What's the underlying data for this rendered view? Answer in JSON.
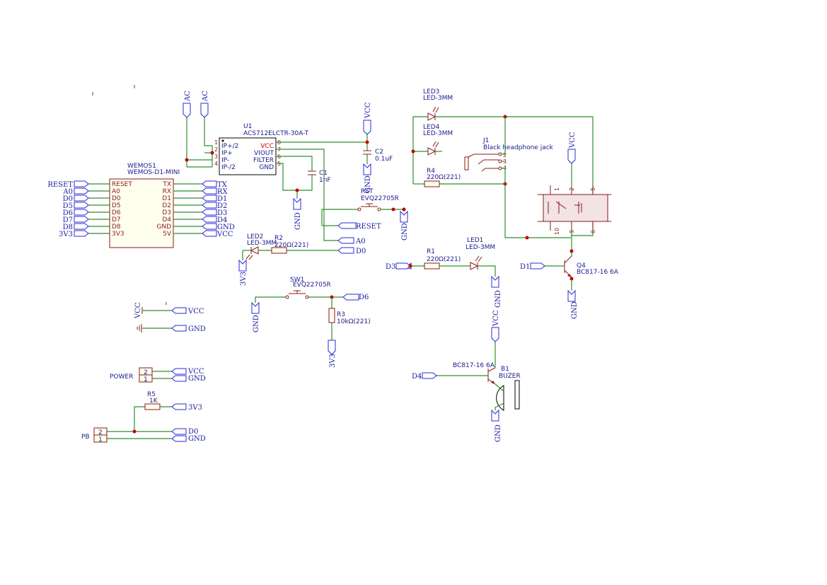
{
  "components": {
    "wemos": {
      "ref": "WEMOS1",
      "value": "WEMOS-D1-MINI",
      "left_pins": [
        "RESET",
        "A0",
        "D0",
        "D5",
        "D6",
        "D7",
        "D8",
        "3V3"
      ],
      "right_pins": [
        "TX",
        "RX",
        "D1",
        "D2",
        "D3",
        "D4",
        "GND",
        "5V"
      ]
    },
    "u1": {
      "ref": "U1",
      "value": "ACS712ELCTR-30A-T",
      "left_pins": [
        "IP+/2",
        "IP+",
        "IP-",
        "IP-/2"
      ],
      "left_nums": [
        "1",
        "2",
        "3",
        "4"
      ],
      "right_pins": [
        "VCC",
        "VIOUT",
        "FILTER",
        "GND"
      ],
      "right_nums": [
        "8",
        "7",
        "6",
        "5"
      ]
    },
    "c1": {
      "ref": "C1",
      "value": "1nF"
    },
    "c2": {
      "ref": "C2",
      "value": "0.1uF"
    },
    "led1": {
      "ref": "LED1",
      "value": "LED-3MM"
    },
    "led2": {
      "ref": "LED2",
      "value": "LED-3MM"
    },
    "led3": {
      "ref": "LED3",
      "value": "LED-3MM"
    },
    "led4": {
      "ref": "LED4",
      "value": "LED-3MM"
    },
    "r1": {
      "ref": "R1",
      "value": "220Ω(221)"
    },
    "r2": {
      "ref": "R2",
      "value": "220Ω(221)"
    },
    "r3": {
      "ref": "R3",
      "value": "10kΩ(221)"
    },
    "r4": {
      "ref": "R4",
      "value": "220Ω(221)"
    },
    "r5": {
      "ref": "R5",
      "value": "1K"
    },
    "rst": {
      "ref": "RST",
      "value": "EVQ22705R"
    },
    "sw1": {
      "ref": "SW1",
      "value": "EVQ22705R"
    },
    "j1": {
      "ref": "J1",
      "value": "Black headphone jack",
      "pins": [
        "2",
        "3",
        "4"
      ]
    },
    "q4": {
      "ref": "Q4",
      "value": "BC817-16 6A"
    },
    "q_buzzer": {
      "value": "BC817-16 6A"
    },
    "b1": {
      "ref": "B1",
      "value": "BUZER"
    },
    "relay": {
      "pins_top": [
        "1",
        "2",
        "5"
      ],
      "pins_bottom": [
        "10",
        "9",
        "6"
      ]
    },
    "power": {
      "ref": "POWER",
      "pins": [
        "2",
        "1"
      ]
    },
    "pb": {
      "ref": "PB",
      "pins": [
        "2",
        "1"
      ]
    }
  },
  "nets": {
    "reset": "RESET",
    "a0": "A0",
    "d0": "D0",
    "d5": "D5",
    "d6": "D6",
    "d7": "D7",
    "d8": "D8",
    "v3": "3V3",
    "tx": "TX",
    "rx": "RX",
    "d1": "D1",
    "d2": "D2",
    "d3": "D3",
    "d4": "D4",
    "gnd": "GND",
    "vcc": "VCC",
    "ac": "AC"
  },
  "colors": {
    "wire": "#2f8f2f",
    "symbol": "#8b1a1a",
    "label": "#2b2bd6",
    "junction": "#c40000"
  }
}
